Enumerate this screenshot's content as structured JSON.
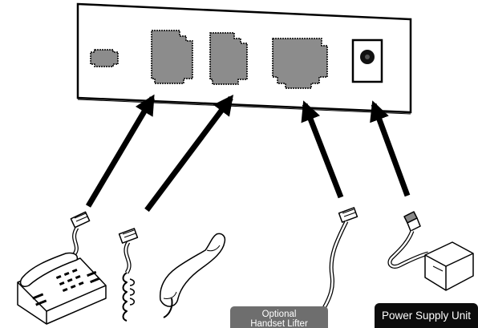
{
  "captions": {
    "handset_lifter": {
      "line1": "Optional",
      "line2": "Handset Lifter"
    },
    "power_supply": "Power Supply Unit"
  },
  "icons": {
    "port_1": "rj11-port-icon",
    "port_2": "rj9-handset-port-icon",
    "port_3": "rj9-handset-port-icon",
    "port_4": "rj45-port-icon",
    "port_5": "dc-power-jack-icon",
    "device_1": "desk-telephone-icon",
    "device_2": "handset-icon",
    "device_3": "cable-connector-icon",
    "device_4": "power-adapter-icon"
  },
  "colors": {
    "port_fill": "#8c8c8c",
    "lifter_caption_bg": "#6e6e6e",
    "psu_caption_bg": "#0c0c0c",
    "arrow": "#000000"
  }
}
